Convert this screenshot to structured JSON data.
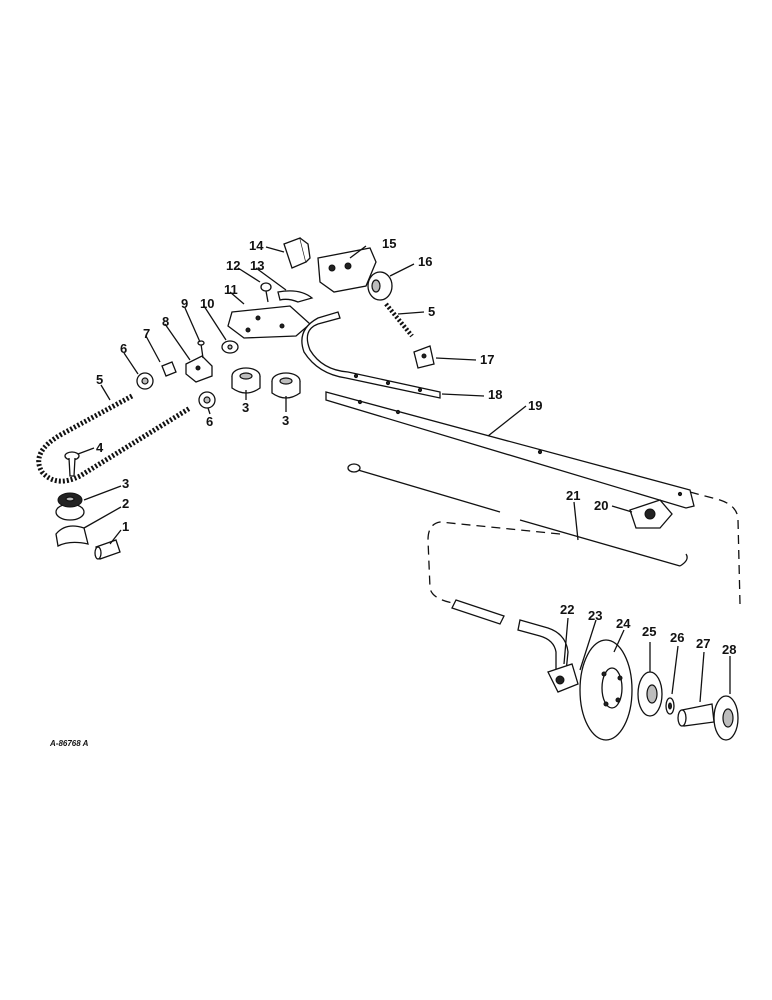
{
  "diagram": {
    "reference_code": "A-86768 A",
    "callouts": [
      "1",
      "2",
      "3",
      "3",
      "3",
      "4",
      "5",
      "5",
      "6",
      "6",
      "7",
      "8",
      "9",
      "10",
      "11",
      "12",
      "13",
      "14",
      "15",
      "16",
      "17",
      "18",
      "19",
      "20",
      "21",
      "22",
      "23",
      "24",
      "25",
      "26",
      "27",
      "28"
    ]
  }
}
